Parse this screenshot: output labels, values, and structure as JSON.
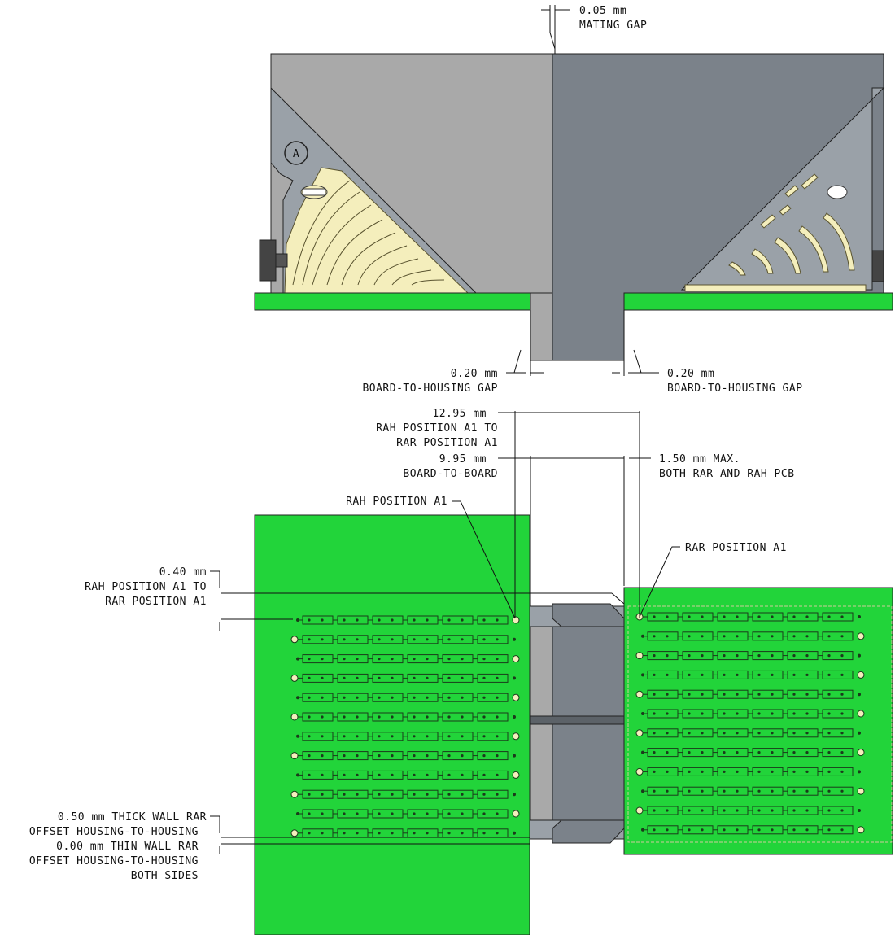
{
  "colors": {
    "pcb_green": "#22d43a",
    "housing_light": "#a9a9a9",
    "housing_dark": "#7b828a",
    "housing_mid": "#9aa1a8",
    "contact_yellow": "#f4eebc",
    "pad_outline": "#1b3a1b"
  },
  "icons": {
    "callout": "circled-letter-a-icon"
  },
  "side_view": {
    "callout_letter": "A",
    "mating_gap": {
      "value": "0.05 mm",
      "label": "MATING GAP"
    },
    "left_gap": {
      "value": "0.20 mm",
      "label": "BOARD-TO-HOUSING GAP"
    },
    "right_gap": {
      "value": "0.20 mm",
      "label": "BOARD-TO-HOUSING GAP"
    }
  },
  "top_view": {
    "rah_to_rar": {
      "value": "12.95 mm",
      "line1": "RAH POSITION A1 TO",
      "line2": "RAR POSITION A1"
    },
    "board_to_board": {
      "value": "9.95 mm",
      "label": "BOARD-TO-BOARD"
    },
    "max_thickness": {
      "value": "1.50 mm MAX.",
      "label": "BOTH RAR AND RAH PCB"
    },
    "rah_position": "RAH POSITION A1",
    "rar_position": "RAR POSITION A1",
    "offset_040": {
      "value": "0.40 mm",
      "line1": "RAH POSITION A1 TO",
      "line2": "RAR POSITION A1"
    },
    "thick_wall": {
      "line1": "0.50 mm THICK WALL RAR",
      "line2": "OFFSET HOUSING-TO-HOUSING"
    },
    "thin_wall": {
      "line1": "0.00 mm THIN WALL RAR",
      "line2": "OFFSET HOUSING-TO-HOUSING",
      "line3": "BOTH SIDES"
    }
  }
}
